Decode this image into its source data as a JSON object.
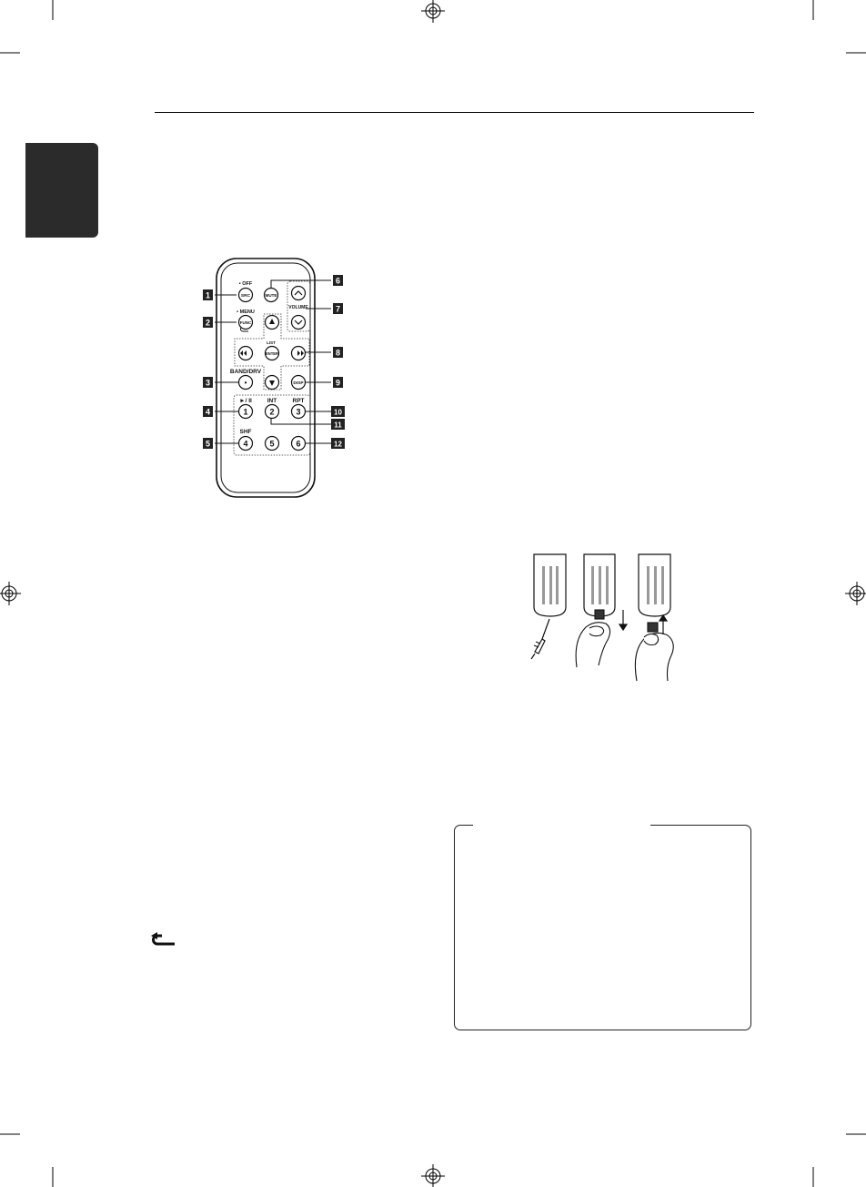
{
  "remote": {
    "callouts": [
      "1",
      "2",
      "3",
      "4",
      "5",
      "6",
      "7",
      "8",
      "9",
      "10",
      "11",
      "12"
    ],
    "buttons": {
      "src": "SRC",
      "func": "FUNC",
      "mute": "MUTE",
      "enter": "ENTER",
      "disp": "DISP",
      "band": "•",
      "num1": "1",
      "num2": "2",
      "num3": "3",
      "num4": "4",
      "num5": "5",
      "num6": "6"
    },
    "labels": {
      "off": "• OFF",
      "menu": "• MENU",
      "band_drv": "BAND/DRV",
      "play_pause": "►/ II",
      "int": "INT",
      "rpt": "RPT",
      "shf": "SHF",
      "list": "LIST",
      "volume": "VOLUME"
    }
  },
  "colors": {
    "ink": "#1a1a1a",
    "chapter_tab": "#2b2b2b",
    "callout_box": "#222222"
  },
  "icons": {
    "back_arrow": "return-arrow-icon"
  }
}
